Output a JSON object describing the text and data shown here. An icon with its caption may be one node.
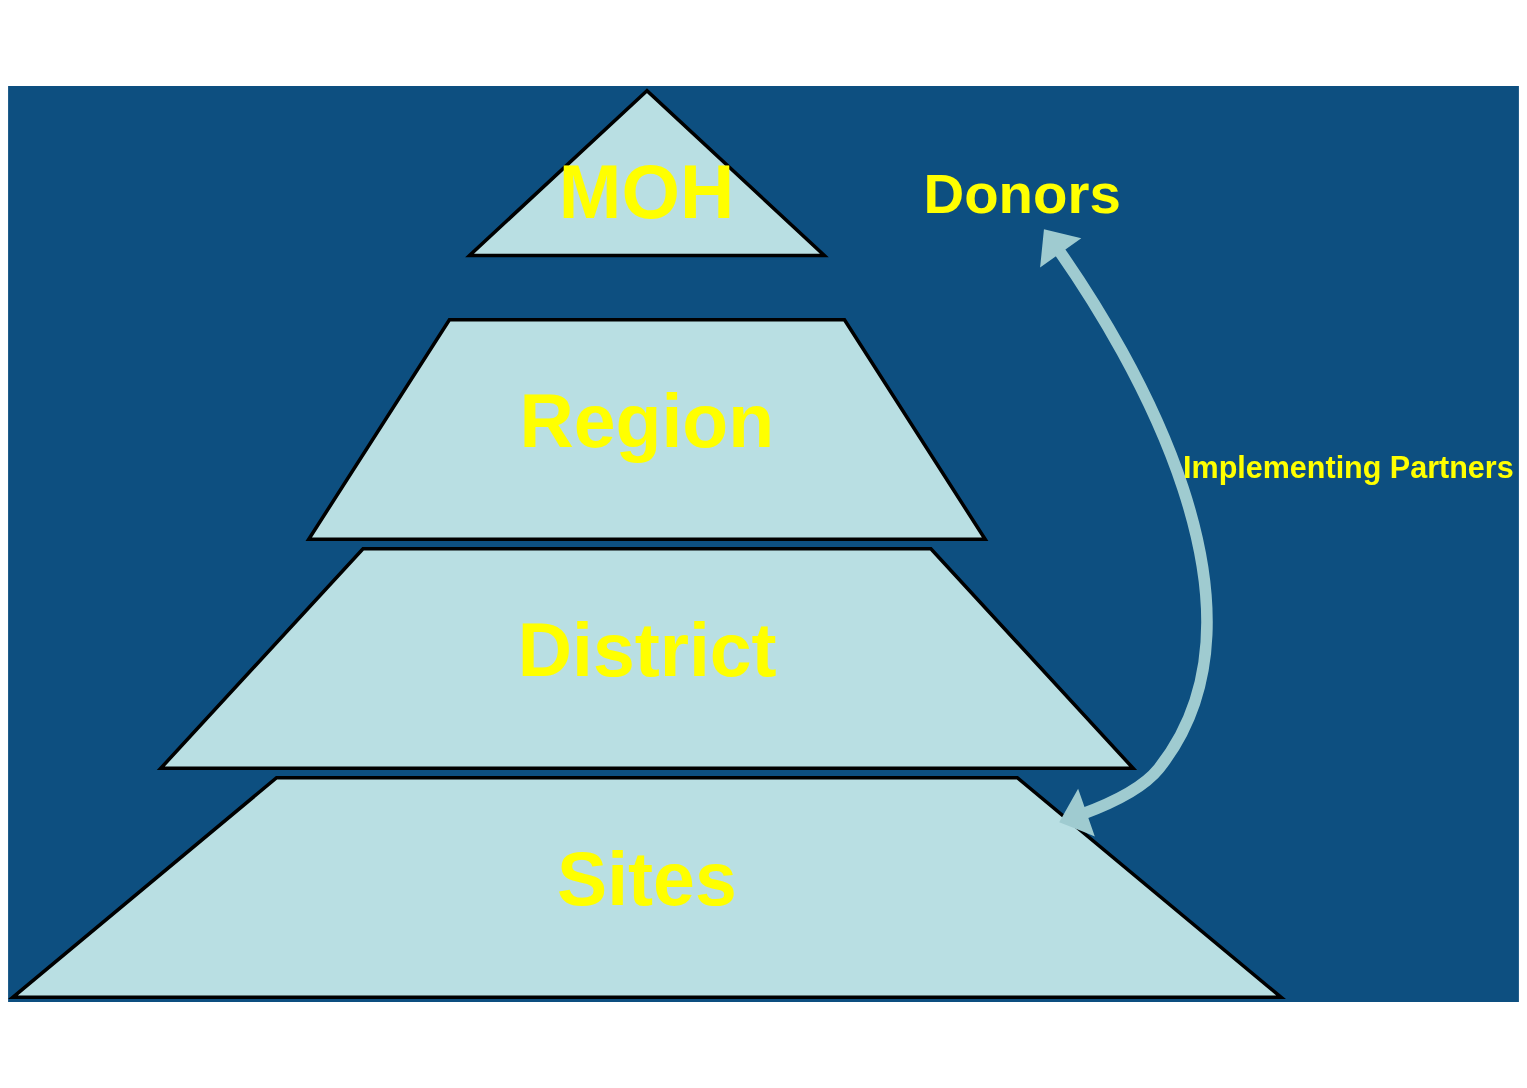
{
  "diagram": {
    "nodes": [
      {
        "text": [
          "MOH"
        ]
      },
      {
        "text": [
          "Region"
        ]
      },
      {
        "text": [
          "District"
        ]
      },
      {
        "text": [
          "Sites"
        ]
      },
      {
        "text": [
          "Donors"
        ]
      }
    ],
    "edges": [
      {
        "from": 3,
        "to": 4,
        "arrow": "both",
        "label": "Implementing Partners"
      }
    ]
  }
}
